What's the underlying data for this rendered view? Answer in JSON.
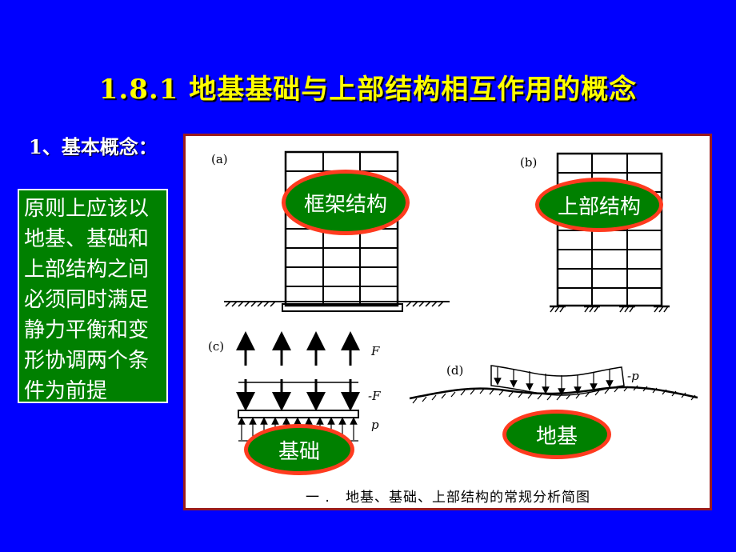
{
  "slide": {
    "title": "1.8.1 地基基础与上部结构相互作用的概念",
    "section_heading": "1、基本概念：",
    "note_lines": [
      "原则上应该以",
      "地基、基础和",
      "上部结构之间",
      "必须同时满足",
      "静力平衡和变",
      "形协调两个条",
      "件为前提"
    ],
    "colors": {
      "background": "#0000ff",
      "title": "#ffff00",
      "note_bg": "#008000",
      "bubble_border": "#ff3b1f",
      "figure_border": "#9b1c1c"
    }
  },
  "figure": {
    "panel_labels": {
      "a": "(a)",
      "b": "(b)",
      "c": "(c)",
      "d": "(d)"
    },
    "force_labels": {
      "F": "F",
      "neg_F": "-F",
      "p": "p",
      "neg_p": "-p"
    },
    "caption": "地基、基础、上部结构的常规分析简图",
    "caption_prefix": "一 .",
    "callouts": {
      "frame": "框架结构",
      "superstructure": "上部结构",
      "foundation": "基础",
      "subgrade": "地基"
    }
  }
}
